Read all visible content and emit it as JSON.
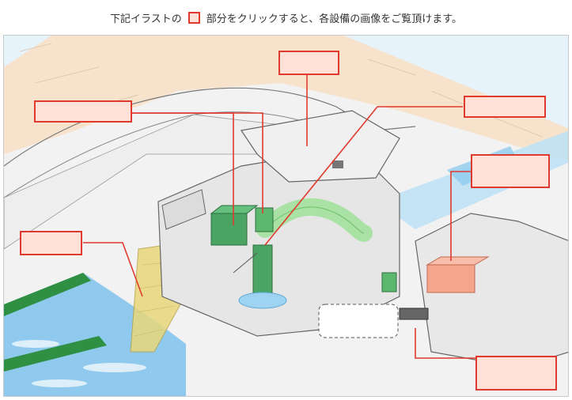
{
  "instruction": {
    "before_swatch": "下記イラストの",
    "after_swatch": "部分をクリックすると、各設備の画像をご覧頂けます。"
  },
  "colors": {
    "hotspot_border": "#e03a2f",
    "hotspot_fill": "#ffe1d8",
    "sand": "#f7e2cc",
    "water": "#9fd3f2",
    "pipe": "#a9e2a4",
    "motor": "#4aa564",
    "generator": "#f4a58c",
    "screen": "#e8d77a",
    "bank": "#2f8f42"
  },
  "hotspots": [
    {
      "id": "hotspot-top-center",
      "label": ""
    },
    {
      "id": "hotspot-upper-left",
      "label": ""
    },
    {
      "id": "hotspot-upper-right",
      "label": ""
    },
    {
      "id": "hotspot-right",
      "label": ""
    },
    {
      "id": "hotspot-left",
      "label": ""
    },
    {
      "id": "hotspot-bottom-right",
      "label": ""
    }
  ]
}
